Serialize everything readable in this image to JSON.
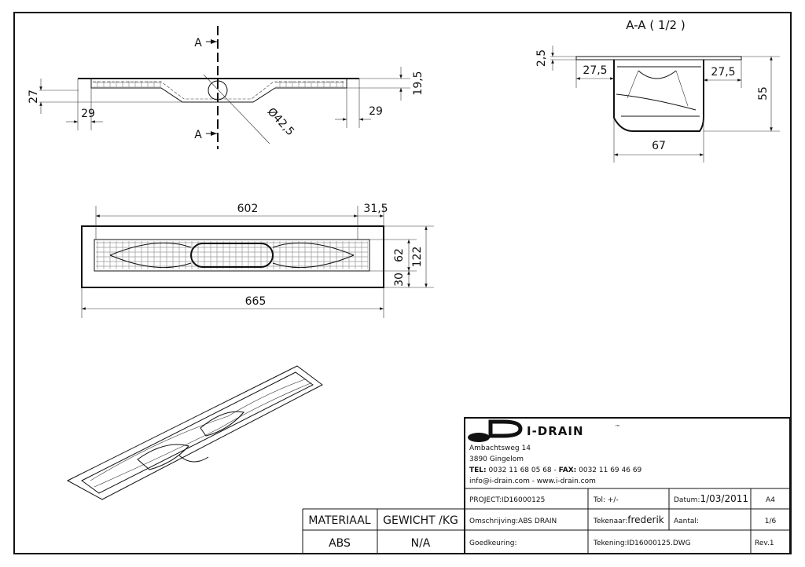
{
  "section_label": "A",
  "section_title": "A-A ( 1/2 )",
  "top_view": {
    "dims": [
      "27",
      "29",
      "29",
      "19,5",
      "Ø42,5"
    ]
  },
  "section_view": {
    "dims": [
      "2,5",
      "27,5",
      "27,5",
      "55",
      "67"
    ]
  },
  "plan_view": {
    "dims": [
      "602",
      "31,5",
      "665",
      "62",
      "30",
      "122"
    ]
  },
  "title_block": {
    "brand": "I-DRAIN",
    "trademark": "™",
    "address1": "Ambachtsweg 14",
    "address2": "3890 Gingelom",
    "tel_label": "TEL:",
    "tel": " 0032 11 68 05 68 - ",
    "fax_label": "FAX:",
    "fax": " 0032 11 69 46 69",
    "web": "info@i-drain.com - www.i-drain.com",
    "project": "PROJECT:ID16000125",
    "tol": "Tol: +/-",
    "datum_label": "Datum:",
    "datum": "1/03/2011",
    "format": "A4",
    "omschrijving": "Omschrijving:ABS DRAIN",
    "tekenaar_label": "Tekenaar:",
    "tekenaar": "frederik",
    "aantal": "Aantal:",
    "sheet": "1/6",
    "goedkeuring": "Goedkeuring:",
    "tekening": "Tekening:ID16000125.DWG",
    "rev": "Rev.1"
  },
  "material_table": {
    "headers": [
      "MATERIAAL",
      "GEWICHT /KG"
    ],
    "values": [
      "ABS",
      "N/A"
    ]
  }
}
